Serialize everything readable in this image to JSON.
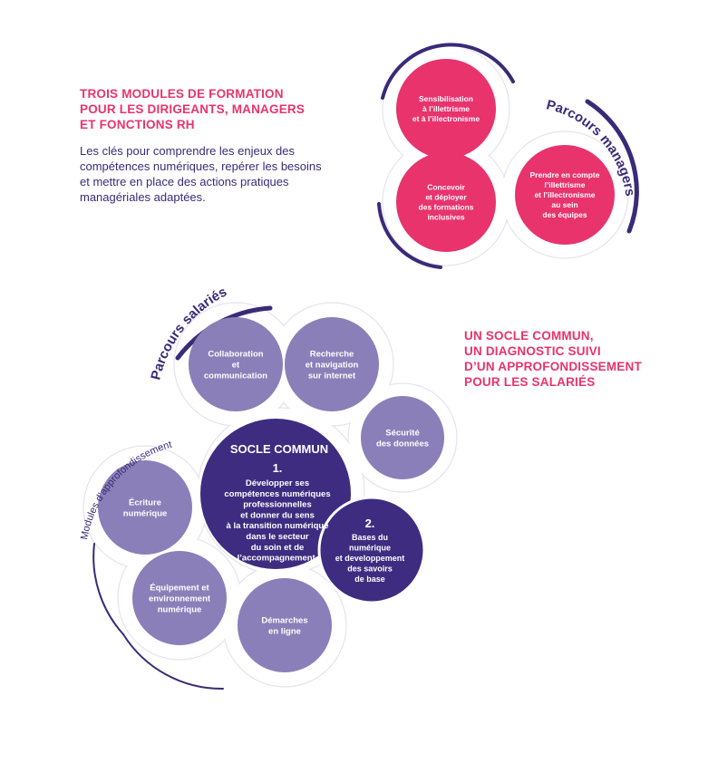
{
  "managers_heading": "TROIS MODULES DE FORMATION\nPOUR LES DIRIGEANTS, MANAGERS\nET FONCTIONS RH",
  "managers_text": "Les clés pour comprendre les enjeux des\ncompétences numériques, repérer les besoins\net mettre en place des actions pratiques\nmanagériales adaptées.",
  "salaries_heading": "UN SOCLE COMMUN,\nUN DIAGNOSTIC SUIVI\nD’UN APPROFONDISSEMENT\nPOUR LES SALARIÉS",
  "parcours_managers": "Parcours managers",
  "parcours_salaries": "Parcours salariés",
  "modules_label": "Modules d’approfondissement",
  "socle_title": "SOCLE COMMUN",
  "managers_modules": [
    [
      "Sensibilisation",
      "à l’illettrisme",
      "et à l’illectronisme"
    ],
    [
      "Concevoir",
      "et déployer",
      "des formations",
      "inclusives"
    ],
    [
      "Prendre en compte",
      "l’illettrisme",
      "et l’illectronisme",
      "au sein",
      "des équipes"
    ]
  ],
  "salaries_modules": [
    [
      "Collaboration",
      "et",
      "communication"
    ],
    [
      "Recherche",
      "et navigation",
      "sur internet"
    ],
    [
      "Sécurité",
      "des données"
    ],
    [
      "Écriture",
      "numérique"
    ],
    [
      "Équipement et",
      "environnement",
      "numérique"
    ],
    [
      "Démarches",
      "en ligne"
    ]
  ],
  "socle_1_number": "1.",
  "socle_1_lines": [
    "Développer ses",
    "compétences numériques",
    "professionnelles",
    "et donner du sens",
    "à la transition numérique",
    "dans le secteur",
    "du soin et de",
    "l’accompagnement."
  ],
  "socle_2_number": "2.",
  "socle_2_lines": [
    "Bases du",
    "numérique",
    "et developpement",
    "des savoirs",
    "de base"
  ],
  "colors": {
    "pink": "#e8336d",
    "navy": "#3a2a78",
    "lavender": "#8a7fb8",
    "dark_purple": "#3d2c80",
    "accent_purple": "#4a3aa0"
  }
}
